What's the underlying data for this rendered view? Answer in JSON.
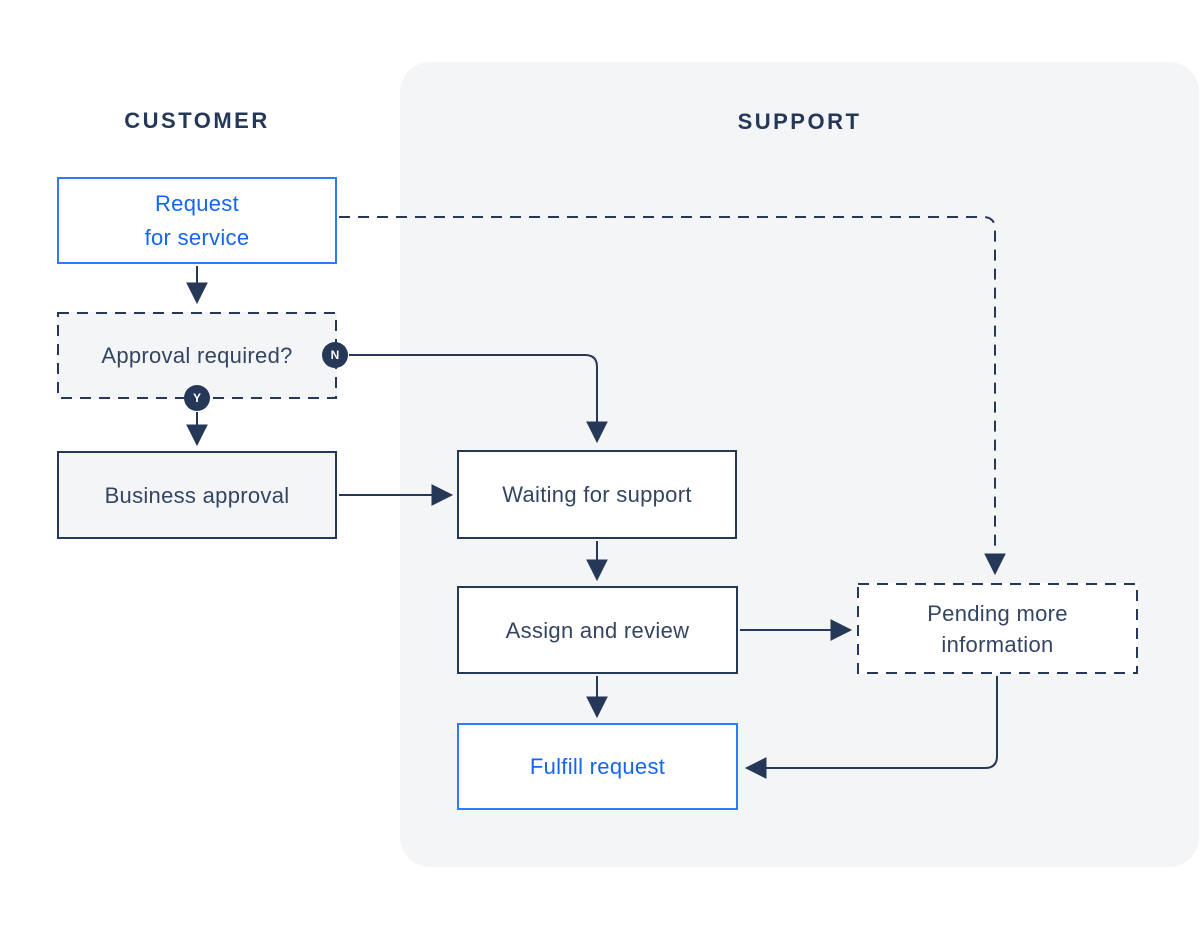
{
  "lanes": {
    "customer": "CUSTOMER",
    "support": "SUPPORT"
  },
  "nodes": {
    "request_for_service": {
      "label_line1": "Request",
      "label_line2": "for service"
    },
    "approval_required": {
      "label": "Approval required?"
    },
    "business_approval": {
      "label": "Business approval"
    },
    "waiting_for_support": {
      "label": "Waiting for support"
    },
    "assign_and_review": {
      "label": "Assign and review"
    },
    "fulfill_request": {
      "label": "Fulfill request"
    },
    "pending_more_information": {
      "label_line1": "Pending more",
      "label_line2": "information"
    }
  },
  "decision": {
    "no_label": "N",
    "yes_label": "Y"
  },
  "colors": {
    "navy": "#253858",
    "label_text": "#344563",
    "blue_border": "#2b7bff",
    "blue_text": "#1465f0",
    "panel_gray": "#F4F5F7",
    "white": "#ffffff"
  }
}
